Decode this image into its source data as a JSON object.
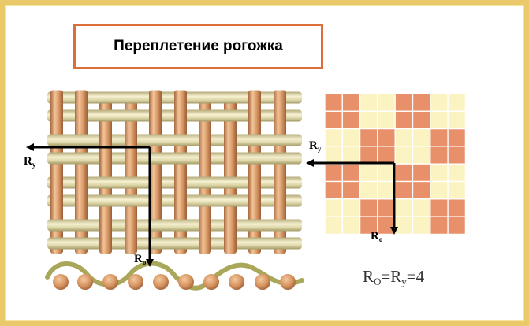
{
  "title": "Переплетение рогожка",
  "labels": {
    "weave_ry": {
      "main": "R",
      "sub": "y"
    },
    "weave_ro": {
      "main": "R",
      "sub": "o"
    },
    "grid_ry": {
      "main": "R",
      "sub": "y"
    },
    "grid_ro": {
      "main": "R",
      "sub": "o"
    }
  },
  "formula": {
    "r1": "R",
    "s1": "O",
    "eq1": "=",
    "r2": "R",
    "s2": "y",
    "eq2": "=4"
  },
  "colors": {
    "warp": "#d99a68",
    "weft": "#ddd6a8",
    "grid_orange": "#e8906a",
    "grid_cream": "#fbf4c2",
    "frame": "#e9c96a",
    "title_border": "#dc6e3c",
    "wave": "#a9a75a"
  },
  "grid_pattern": [
    [
      1,
      1,
      0,
      0,
      1,
      1,
      0,
      0
    ],
    [
      1,
      1,
      0,
      0,
      1,
      1,
      0,
      0
    ],
    [
      0,
      0,
      1,
      1,
      0,
      0,
      1,
      1
    ],
    [
      0,
      0,
      1,
      1,
      0,
      0,
      1,
      1
    ],
    [
      1,
      1,
      0,
      0,
      1,
      1,
      0,
      0
    ],
    [
      1,
      1,
      0,
      0,
      1,
      1,
      0,
      0
    ],
    [
      0,
      0,
      1,
      1,
      0,
      0,
      1,
      1
    ],
    [
      0,
      0,
      1,
      1,
      0,
      0,
      1,
      1
    ]
  ]
}
